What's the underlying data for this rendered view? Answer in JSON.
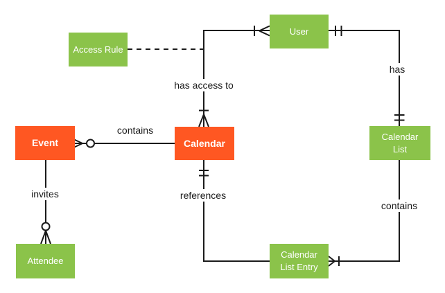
{
  "diagram": {
    "type": "entity-relationship",
    "colors": {
      "orange": "#FF5722",
      "green": "#8BC34A",
      "line": "#1A1A1A",
      "background": "#FFFFFF",
      "entity_text": "#FFFFFF"
    },
    "entities": [
      {
        "id": "access-rule",
        "label": "Access Rule",
        "color": "green"
      },
      {
        "id": "user",
        "label": "User",
        "color": "green"
      },
      {
        "id": "event",
        "label": "Event",
        "color": "orange"
      },
      {
        "id": "calendar",
        "label": "Calendar",
        "color": "orange"
      },
      {
        "id": "calendar-list",
        "label": "Calendar List",
        "color": "green"
      },
      {
        "id": "attendee",
        "label": "Attendee",
        "color": "green"
      },
      {
        "id": "calendar-list-entry",
        "label": "Calendar List Entry",
        "color": "green"
      }
    ],
    "relationships": [
      {
        "label": "contains",
        "from": "Event",
        "to": "Calendar",
        "from_end": "zero-or-many",
        "to_end": "plain"
      },
      {
        "label": "invites",
        "from": "Event",
        "to": "Attendee",
        "from_end": "plain",
        "to_end": "zero-or-many"
      },
      {
        "label": "has access to",
        "from": "User",
        "to": "Calendar",
        "from_end": "one-or-many",
        "to_end": "one-or-many"
      },
      {
        "label": "has",
        "from": "User",
        "to": "Calendar List",
        "from_end": "one-and-only-one",
        "to_end": "one-and-only-one"
      },
      {
        "label": "references",
        "from": "Calendar",
        "to": "Calendar List Entry",
        "from_end": "one-and-only-one",
        "to_end": "plain"
      },
      {
        "label": "contains",
        "from": "Calendar List",
        "to": "Calendar List Entry",
        "from_end": "plain",
        "to_end": "one-or-many"
      },
      {
        "label": "",
        "from": "Access Rule",
        "to": "has access to",
        "style": "dashed"
      }
    ]
  }
}
